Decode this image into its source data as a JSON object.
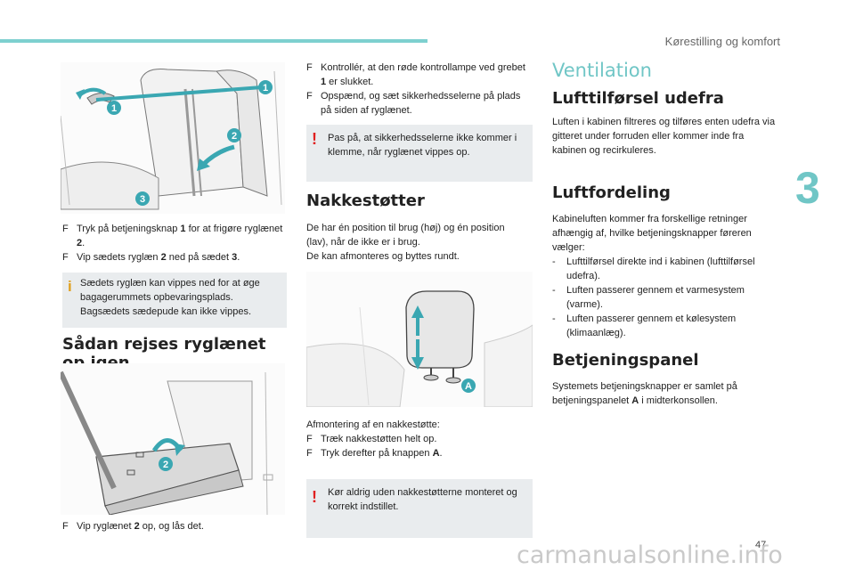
{
  "header": {
    "section": "Kørestilling og komfort",
    "chapter": "3",
    "page": "47"
  },
  "watermark": "carmanualsonline.info",
  "col1": {
    "img1_callouts": [
      "1",
      "1",
      "2",
      "3"
    ],
    "steps1": [
      {
        "parts": [
          "Tryk på betjeningsknap ",
          "1",
          " for at frigøre ryglænet ",
          "2",
          "."
        ]
      },
      {
        "parts": [
          "Vip sædets ryglæn ",
          "2",
          " ned på sædet ",
          "3",
          "."
        ]
      }
    ],
    "info_note": "Sædets ryglæn kan vippes ned for at øge bagagerummets opbevaringsplads. Bagsædets sædepude kan ikke vippes.",
    "heading": "Sådan rejses ryglænet op igen",
    "img2_callouts": [
      "2"
    ],
    "step2": {
      "parts": [
        "Vip ryglænet ",
        "2",
        " op, og lås det."
      ]
    }
  },
  "col2": {
    "steps": [
      {
        "parts": [
          "Kontrollér, at den røde kontrollampe ved grebet ",
          "1",
          " er slukket."
        ]
      },
      {
        "parts": [
          "Opspænd, og sæt sikkerhedsselerne på plads på siden af ryglænet."
        ]
      }
    ],
    "warning1": "Pas på, at sikkerhedsselerne ikke kommer i klemme, når ryglænet vippes op.",
    "heading": "Nakkestøtter",
    "para": [
      "De har én position til brug (høj) og én position (lav), når de ikke er i brug.",
      "De kan afmonteres og byttes rundt."
    ],
    "img_callout": "A",
    "removal_title": "Afmontering af en nakkestøtte:",
    "removal_steps": [
      {
        "parts": [
          "Træk nakkestøtten helt op."
        ]
      },
      {
        "parts": [
          "Tryk derefter på knappen ",
          "A",
          "."
        ]
      }
    ],
    "warning2": "Kør aldrig uden nakkestøtterne monteret og korrekt indstillet."
  },
  "col3": {
    "title": "Ventilation",
    "sections": [
      {
        "heading": "Lufttilførsel udefra",
        "text": "Luften i kabinen filtreres og tilføres enten udefra via gitteret under forruden eller kommer inde fra kabinen og recirkuleres."
      },
      {
        "heading": "Luftfordeling",
        "text": "Kabineluften kommer fra forskellige retninger afhængig af, hvilke betjeningsknapper føreren vælger:"
      },
      {
        "heading": "Betjeningspanel"
      }
    ],
    "distribution": [
      "Lufttilførsel direkte ind i kabinen (lufttilførsel udefra).",
      "Luften passerer gennem et varmesystem (varme).",
      "Luften passerer gennem et kølesystem (klimaanlæg)."
    ],
    "panel_parts": [
      "Systemets betjeningsknapper er samlet på betjeningspanelet ",
      "A",
      " i midterkonsollen."
    ]
  },
  "bullet_glyph": "F",
  "dash_glyph": "-",
  "info_glyph": "i",
  "warn_glyph": "!",
  "colors": {
    "accent": "#70c6c6",
    "badge": "#3aa7b2",
    "warning": "#e02020",
    "info": "#e0a020",
    "note_bg": "#e9ecee"
  }
}
